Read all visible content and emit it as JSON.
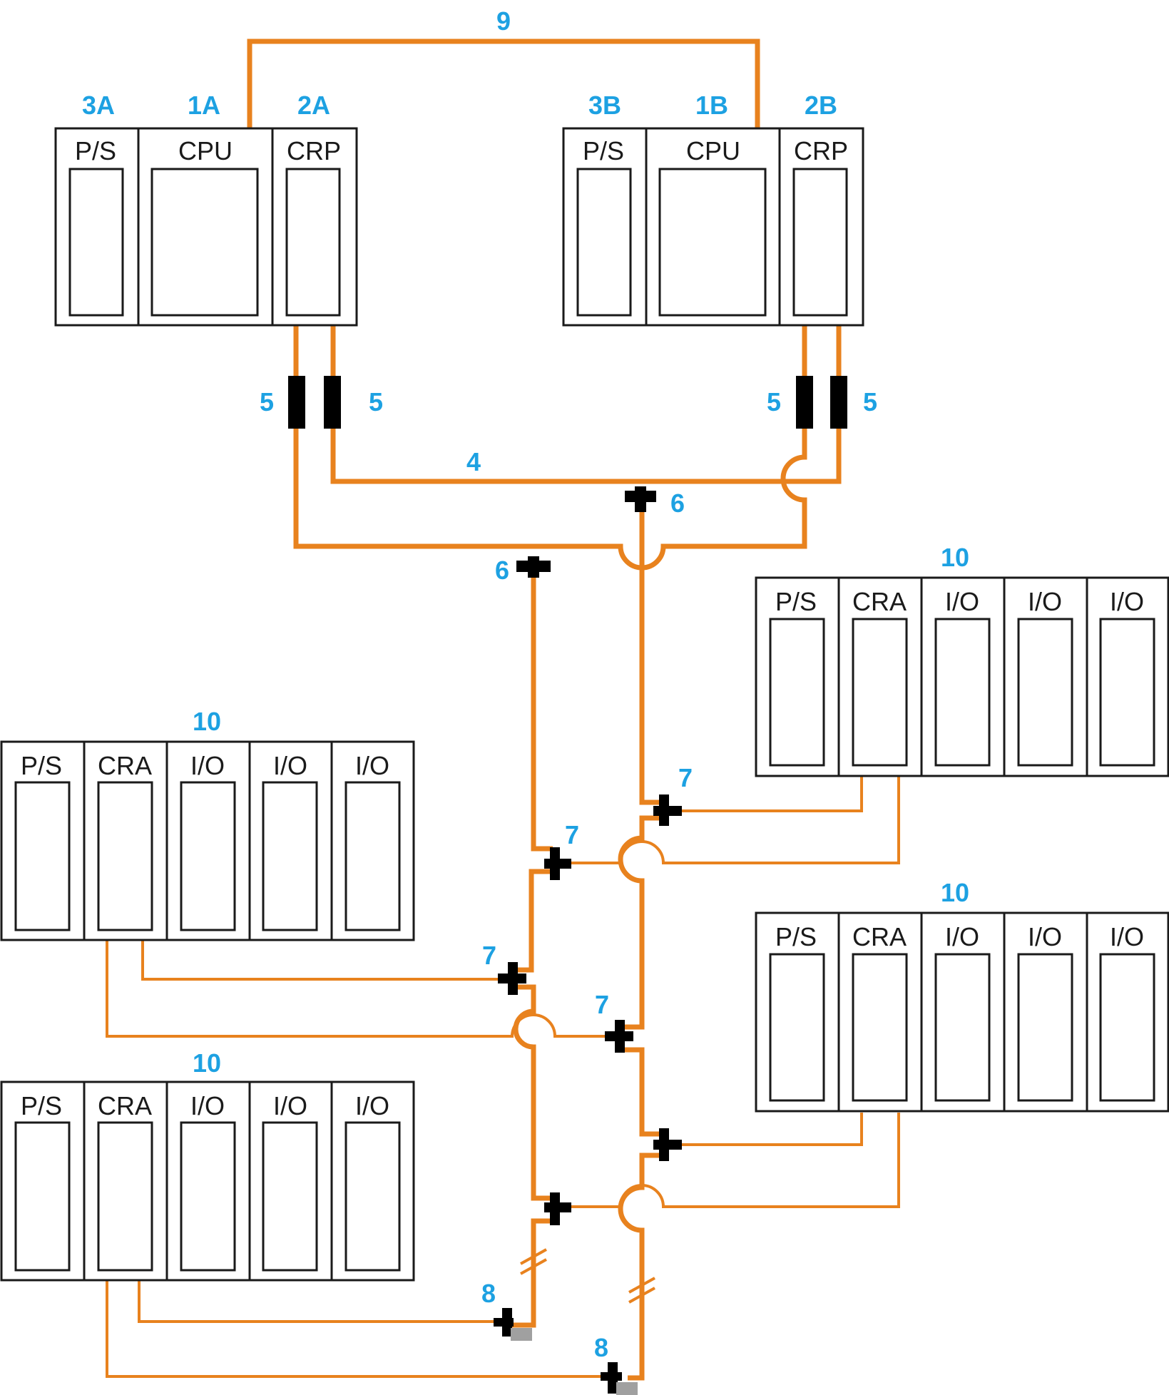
{
  "diagram": {
    "callouts": {
      "hot_standby_link": "9",
      "cpu_a": "1A",
      "crp_a": "2A",
      "ps_a": "3A",
      "cpu_b": "1B",
      "crp_b": "2B",
      "ps_b": "3B",
      "splitter": "5",
      "trunk_cable": "4",
      "trunk_tap": "6",
      "drop_tap": "7",
      "terminator": "8",
      "remote_drop": "10"
    },
    "primary_rack": {
      "modules": [
        "P/S",
        "CPU",
        "CRP"
      ]
    },
    "standby_rack": {
      "modules": [
        "P/S",
        "CPU",
        "CRP"
      ]
    },
    "remote_rack_1": {
      "modules": [
        "P/S",
        "CRA",
        "I/O",
        "I/O",
        "I/O"
      ]
    },
    "remote_rack_2": {
      "modules": [
        "P/S",
        "CRA",
        "I/O",
        "I/O",
        "I/O"
      ]
    },
    "remote_rack_3": {
      "modules": [
        "P/S",
        "CRA",
        "I/O",
        "I/O",
        "I/O"
      ]
    },
    "remote_rack_4": {
      "modules": [
        "P/S",
        "CRA",
        "I/O",
        "I/O",
        "I/O"
      ]
    },
    "colors": {
      "cable": "#e8821e",
      "callout": "#1da1e2",
      "hardware": "#000000",
      "terminator_cap": "#a0a0a0"
    }
  }
}
